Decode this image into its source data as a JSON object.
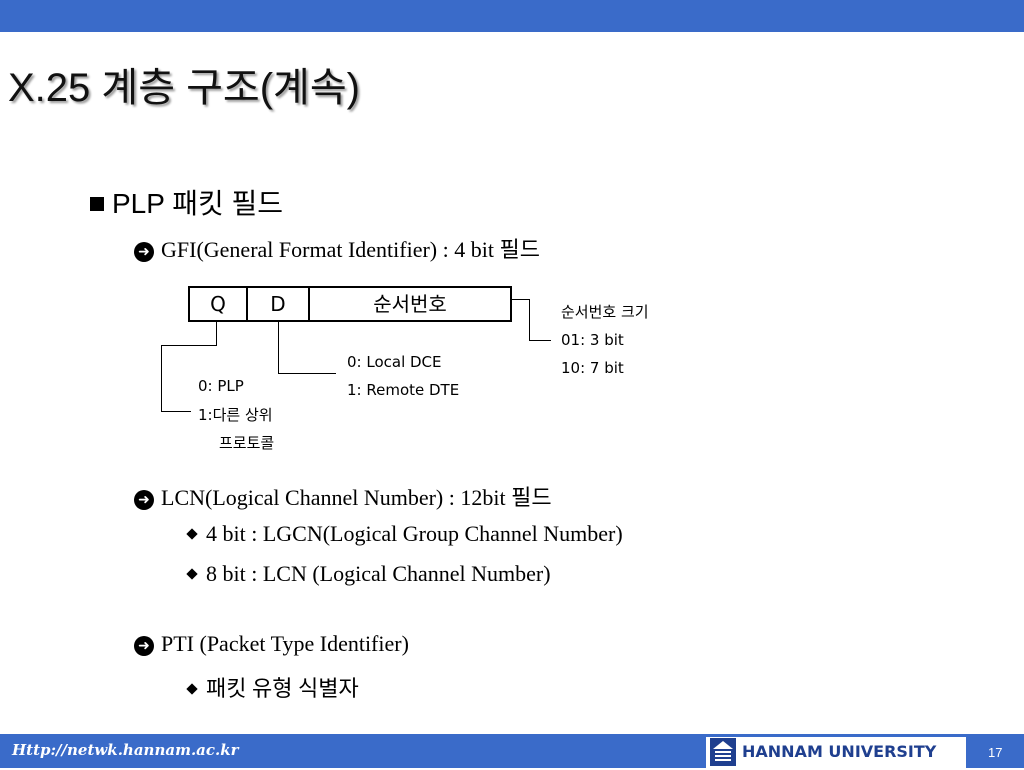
{
  "slide": {
    "title": "X.25 계층 구조(계속)",
    "section": "PLP 패킷 필드",
    "gfi": {
      "label": "GFI(General Format Identifier) : 4 bit 필드",
      "fields": [
        "Q",
        "D",
        "순서번호"
      ],
      "q_note": [
        "0: PLP",
        "1:다른 상위",
        "프로토콜"
      ],
      "d_note": [
        "0: Local DCE",
        "1: Remote DTE"
      ],
      "seq_note": [
        "순서번호 크기",
        "01: 3 bit",
        "10: 7 bit"
      ]
    },
    "lcn": {
      "label": "LCN(Logical Channel Number) : 12bit 필드",
      "items": [
        "4 bit : LGCN(Logical Group Channel Number)",
        "8 bit : LCN (Logical Channel Number)"
      ]
    },
    "pti": {
      "label": "PTI (Packet Type Identifier)",
      "items": [
        "패킷 유형 식별자"
      ]
    }
  },
  "footer": {
    "url": "Http://netwk.hannam.ac.kr",
    "university": "HANNAM UNIVERSITY",
    "page": "17"
  },
  "colors": {
    "bar": "#3a6bc9",
    "brand": "#1f3f8f"
  }
}
